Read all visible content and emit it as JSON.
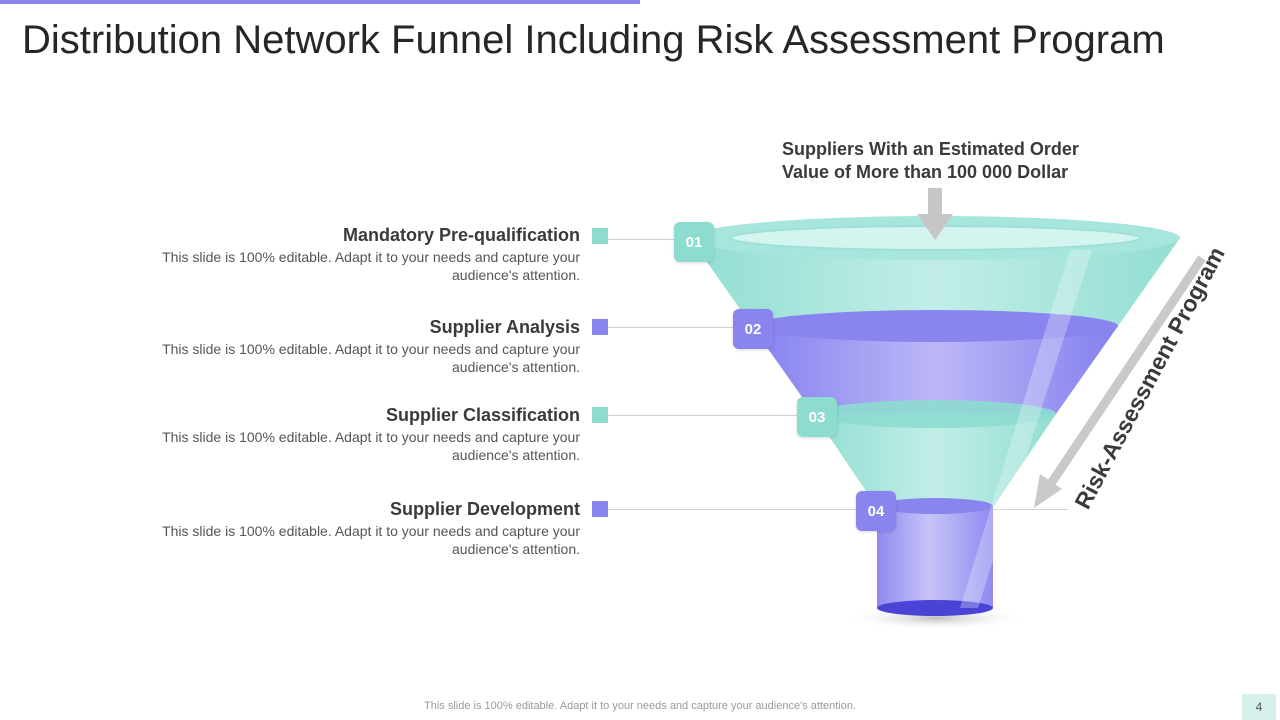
{
  "title": "Distribution Network Funnel Including Risk Assessment Program",
  "colors": {
    "teal": "#8ddcd0",
    "purple": "#8a84ee",
    "dark_purple": "#4a44d6",
    "page_badge": "#d6f1ec",
    "top_bar": "#8a84ee"
  },
  "steps": [
    {
      "number": "01",
      "title": "Mandatory Pre-qualification",
      "description": "This slide is 100% editable. Adapt it to your needs and capture your audience's attention.",
      "color": "teal"
    },
    {
      "number": "02",
      "title": "Supplier Analysis",
      "description": "This slide is 100% editable. Adapt it to your needs and capture your audience's attention.",
      "color": "purple"
    },
    {
      "number": "03",
      "title": "Supplier Classification",
      "description": "This slide is 100% editable. Adapt it to your needs and capture your audience's attention.",
      "color": "teal"
    },
    {
      "number": "04",
      "title": "Supplier Development",
      "description": "This slide is 100% editable. Adapt it to your needs and capture your audience's attention.",
      "color": "purple"
    }
  ],
  "top_caption": "Suppliers With an Estimated Order Value of More than 100 000 Dollar",
  "side_label": "Risk-Assessment Program",
  "footer": "This slide is 100% editable. Adapt it to your needs and capture your audience's attention.",
  "page_number": "4"
}
